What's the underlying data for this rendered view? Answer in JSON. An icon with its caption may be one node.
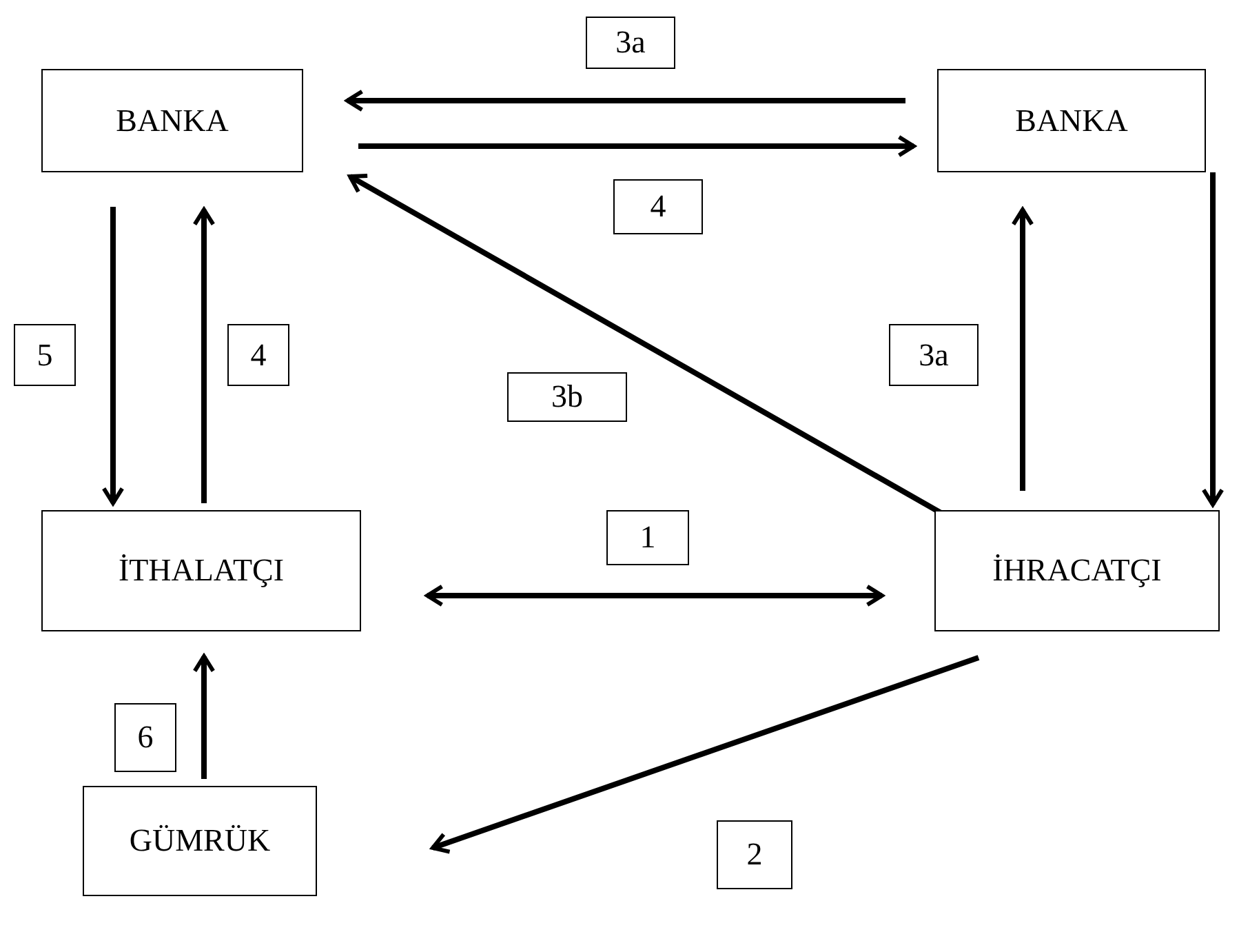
{
  "diagram": {
    "nodes": [
      {
        "text": [
          "BANKA"
        ]
      },
      {
        "text": [
          "BANKA"
        ]
      },
      {
        "text": [
          "İTHALATÇI"
        ]
      },
      {
        "text": [
          "İHRACATÇI"
        ]
      },
      {
        "text": [
          "GÜMRÜK"
        ]
      }
    ],
    "edges": [
      {
        "from": 1,
        "to": 0,
        "arrow": "to",
        "label": "3a"
      },
      {
        "from": 0,
        "to": 1,
        "arrow": "to",
        "label": "4"
      },
      {
        "from": 3,
        "to": 0,
        "arrow": "to",
        "label": "3b"
      },
      {
        "from": 0,
        "to": 2,
        "arrow": "to",
        "label": "5"
      },
      {
        "from": 2,
        "to": 0,
        "arrow": "to",
        "label": "4"
      },
      {
        "from": 3,
        "to": 1,
        "arrow": "to",
        "label": "3a"
      },
      {
        "from": 1,
        "to": 3,
        "arrow": "to"
      },
      {
        "from": 2,
        "to": 3,
        "arrow": "both",
        "label": "1"
      },
      {
        "from": 4,
        "to": 2,
        "arrow": "to",
        "label": "6"
      },
      {
        "from": 3,
        "to": 4,
        "arrow": "to",
        "label": "2"
      }
    ]
  }
}
